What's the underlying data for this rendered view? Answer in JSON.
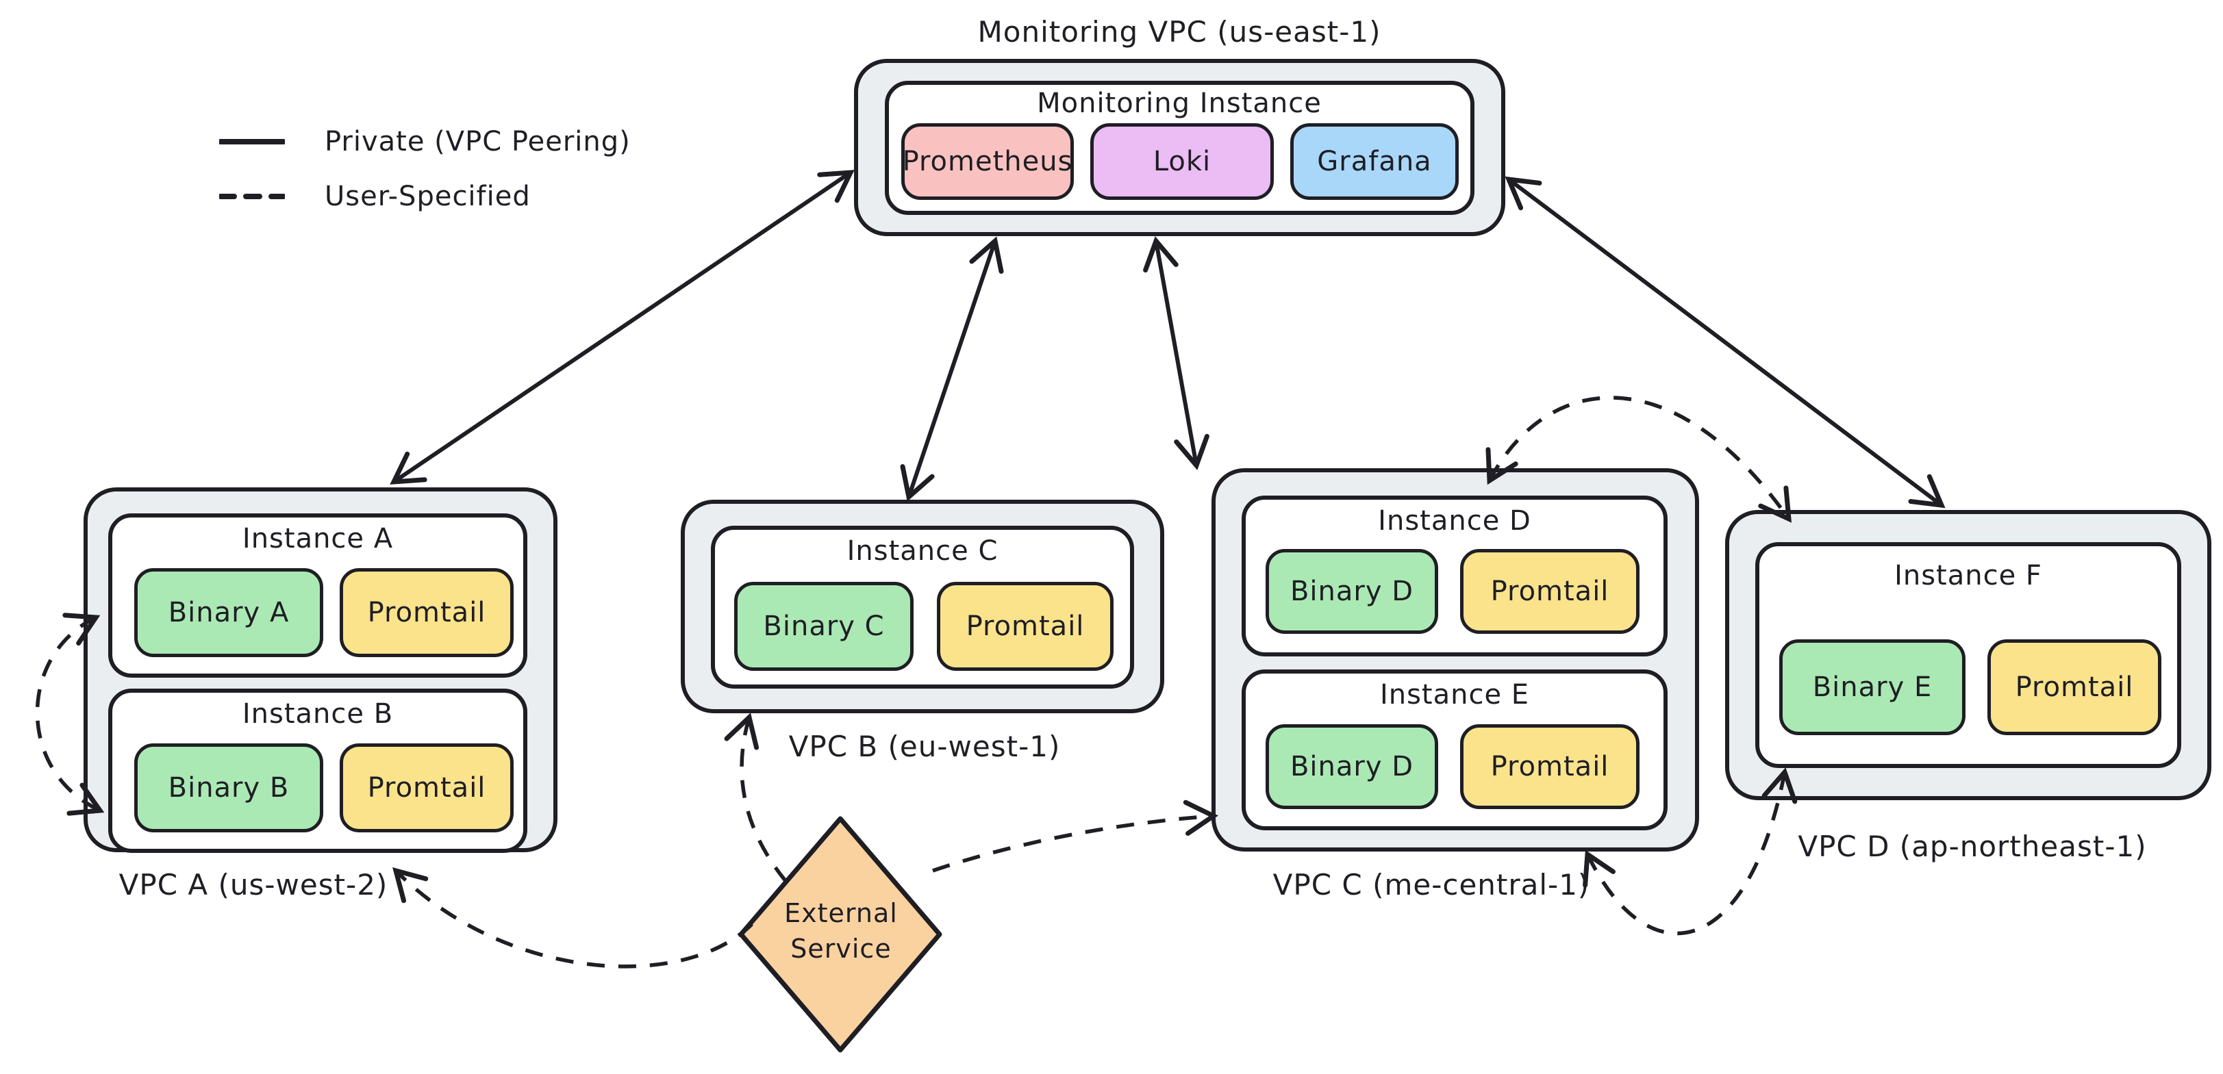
{
  "legend": {
    "items": [
      {
        "style": "solid",
        "label": "Private (VPC Peering)"
      },
      {
        "style": "dashed",
        "label": "User-Specified"
      }
    ]
  },
  "monitoring_vpc": {
    "title": "Monitoring VPC (us-east-1)",
    "instance_title": "Monitoring Instance",
    "components": [
      "Prometheus",
      "Loki",
      "Grafana"
    ]
  },
  "vpcs": [
    {
      "label": "VPC A (us-west-2)",
      "instances": [
        {
          "title": "Instance A",
          "binary": "Binary A",
          "agent": "Promtail"
        },
        {
          "title": "Instance B",
          "binary": "Binary B",
          "agent": "Promtail"
        }
      ]
    },
    {
      "label": "VPC B (eu-west-1)",
      "instances": [
        {
          "title": "Instance C",
          "binary": "Binary C",
          "agent": "Promtail"
        }
      ]
    },
    {
      "label": "VPC C (me-central-1)",
      "instances": [
        {
          "title": "Instance D",
          "binary": "Binary D",
          "agent": "Promtail"
        },
        {
          "title": "Instance E",
          "binary": "Binary D",
          "agent": "Promtail"
        }
      ]
    },
    {
      "label": "VPC D (ap-northeast-1)",
      "instances": [
        {
          "title": "Instance F",
          "binary": "Binary E",
          "agent": "Promtail"
        }
      ]
    }
  ],
  "external_service": {
    "line1": "External",
    "line2": "Service"
  },
  "colors": {
    "stroke": "#1e1e24",
    "vpc_fill": "#ebeef1",
    "binary_green": "#abe9b4",
    "promtail_yellow": "#fbe38b",
    "prometheus_pink": "#f9c2c0",
    "loki_purple": "#ecbcf4",
    "grafana_blue": "#a9d7f9",
    "external_orange": "#fad2a0"
  }
}
